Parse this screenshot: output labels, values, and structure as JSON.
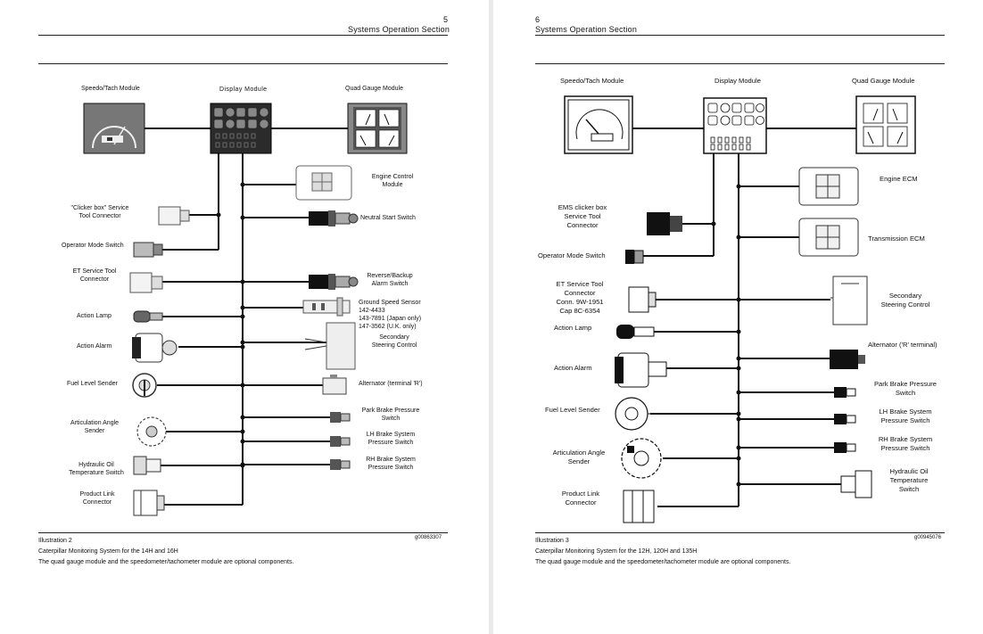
{
  "left": {
    "page_number": "5",
    "header": "Systems Operation Section",
    "labels": {
      "speedo": "Speedo/Tach Module",
      "display": "Display  Module",
      "quad": "Quad Gauge Module",
      "ecm": "Engine Control\nModule",
      "clicker": "\"Clicker box\" Service\nTool Connector",
      "neutral": "Neutral Start Switch",
      "opmode": "Operator Mode Switch",
      "et": "ET Service Tool\nConnector",
      "reverse": "Reverse/Backup\nAlarm Switch",
      "ground": "Ground Speed Sensor\n142-4433\n143-7891 (Japan only)\n147-3562 (U.K. only)",
      "lamp": "Action Lamp",
      "alarm": "Action Alarm",
      "steering": "Secondary\nSteering Control",
      "fuel": "Fuel Level Sender",
      "alternator": "Alternator (terminal 'R')",
      "park": "Park Brake Pressure\nSwitch",
      "articulation": "Articulation Angle\nSender",
      "lh": "LH Brake System\nPressure Switch",
      "rh": "RH Brake System\nPressure Switch",
      "hydraulic": "Hydraulic Oil\nTemperature Switch",
      "productlink": "Product Link\nConnector"
    },
    "illustration": "Illustration 2",
    "figure_id": "g00863307",
    "caption1": "Caterpillar Monitoring System for the 14H and 16H",
    "caption2": "The quad gauge module and the speedometer/tachometer module are optional components."
  },
  "right": {
    "page_number": "6",
    "header": "Systems Operation Section",
    "labels": {
      "speedo": "Speedo/Tach Module",
      "display": "Display Module",
      "quad": "Quad Gauge Module",
      "engine_ecm": "Engine ECM",
      "clicker": "EMS  clicker box\nService Tool\nConnector",
      "trans_ecm": "Transmission ECM",
      "opmode": "Operator Mode Switch",
      "et": "ET Service Tool\nConnector\nConn. 9W-1951\nCap 8C-6354",
      "steering": "Secondary\nSteering Control",
      "lamp": "Action Lamp",
      "alternator": "Alternator ('R' terminal)",
      "alarm": "Action Alarm",
      "park": "Park Brake Pressure\nSwitch",
      "fuel": "Fuel Level Sender",
      "lh": "LH Brake System\nPressure Switch",
      "rh": "RH Brake System\nPressure Switch",
      "articulation": "Articulation Angle\nSender",
      "hydraulic": "Hydraulic Oil\nTemperature\nSwitch",
      "productlink": "Product Link\nConnector"
    },
    "illustration": "Illustration 3",
    "figure_id": "g00945076",
    "caption1": "Caterpillar Monitoring System for the 12H, 120H and 135H",
    "caption2": "The quad gauge module and the speedometer/tachometer module are optional components."
  }
}
